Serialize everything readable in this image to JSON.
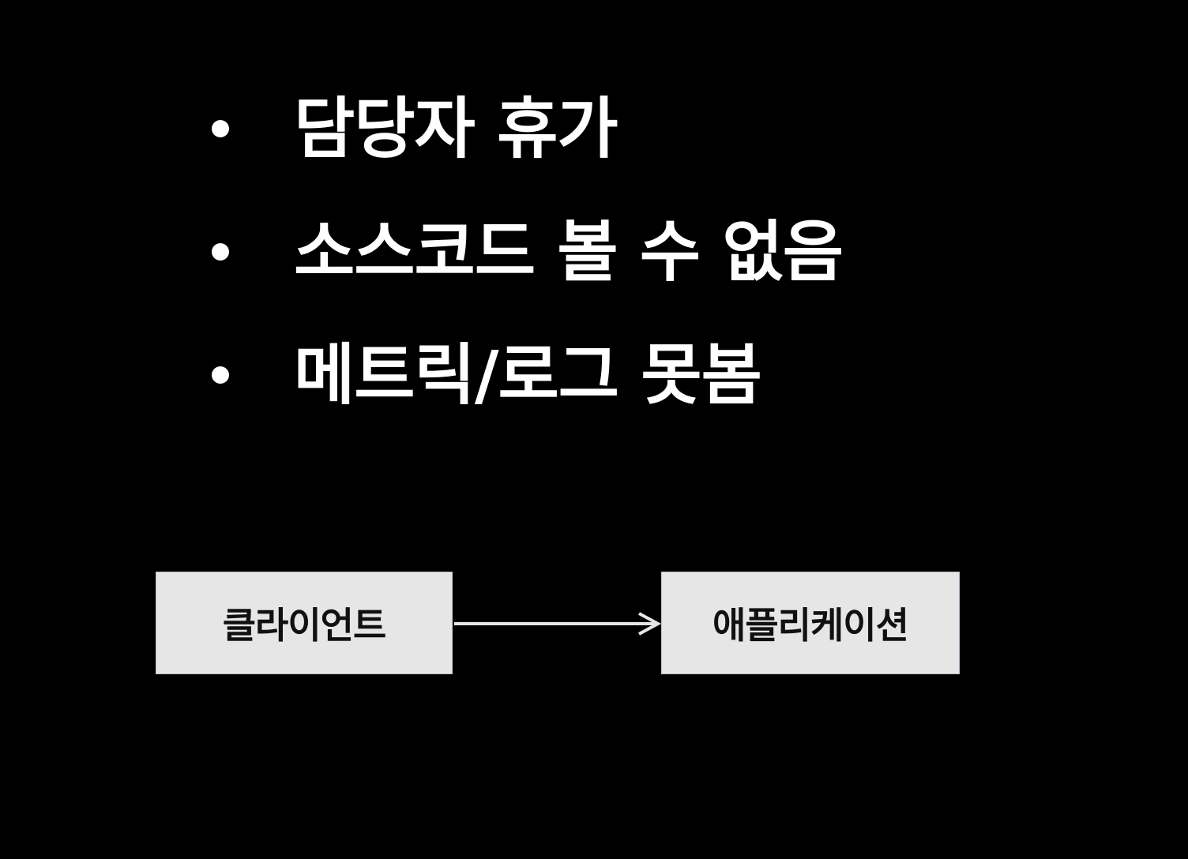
{
  "bullets": [
    {
      "text": "담당자 휴가"
    },
    {
      "text": "소스코드 볼 수 없음"
    },
    {
      "text": "메트릭/로그 못봄"
    }
  ],
  "diagram": {
    "nodes": {
      "client": {
        "label": "클라이언트"
      },
      "app": {
        "label": "애플리케이션"
      }
    },
    "edges": [
      {
        "from": "client",
        "to": "app",
        "direction": "right"
      }
    ]
  },
  "colors": {
    "background": "#000000",
    "text": "#ffffff",
    "box_fill": "#e6e6e6",
    "box_border": "#b8c4d8",
    "box_text": "#111111",
    "arrow": "#e6e6e6"
  }
}
